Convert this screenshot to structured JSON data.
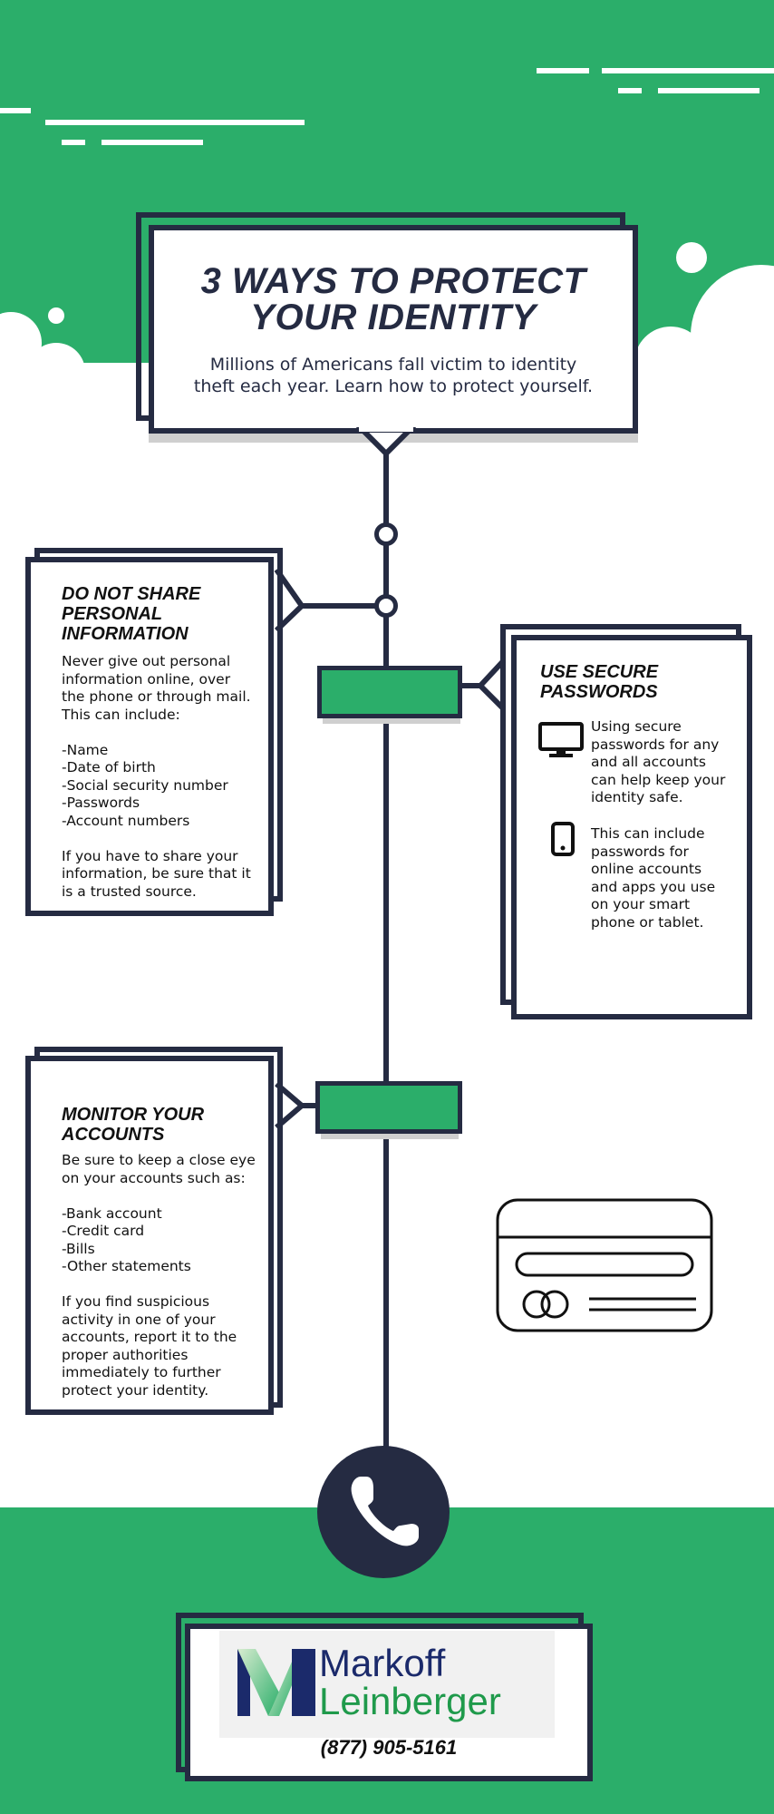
{
  "header": {
    "title_line1": "3 WAYS TO PROTECT",
    "title_line2": "YOUR IDENTITY",
    "subtitle_line1": "Millions of Americans fall victim to identity",
    "subtitle_line2": "theft each year. Learn how to protect yourself."
  },
  "cards": [
    {
      "heading": "DO NOT SHARE PERSONAL INFORMATION",
      "body": "Never give out personal information online, over the phone or through mail. This can include:\n\n-Name\n-Date of birth\n-Social security number\n-Passwords\n-Account numbers\n\nIf you have to share your information, be sure that it is a trusted source."
    },
    {
      "heading": "USE SECURE PASSWORDS",
      "items": [
        {
          "icon": "monitor-icon",
          "text": "Using secure passwords for any and all accounts can help keep your identity safe."
        },
        {
          "icon": "smartphone-icon",
          "text": "This can include passwords for online accounts and apps you use on your smart phone or tablet."
        }
      ]
    },
    {
      "heading": "MONITOR YOUR ACCOUNTS",
      "body": "Be sure to keep a close eye on your accounts such as:\n\n-Bank account\n-Credit card\n-Bills\n-Other statements\n\nIf you find suspicious activity in one of your accounts, report it to the proper authorities immediately to further protect your identity."
    }
  ],
  "footer": {
    "logo_line1": "Markoff",
    "logo_line2": "Leinberger",
    "phone": "(877) 905-5161"
  },
  "colors": {
    "green": "#2bae6a",
    "navy": "#252b42",
    "logo_green": "#1f9a4b"
  }
}
